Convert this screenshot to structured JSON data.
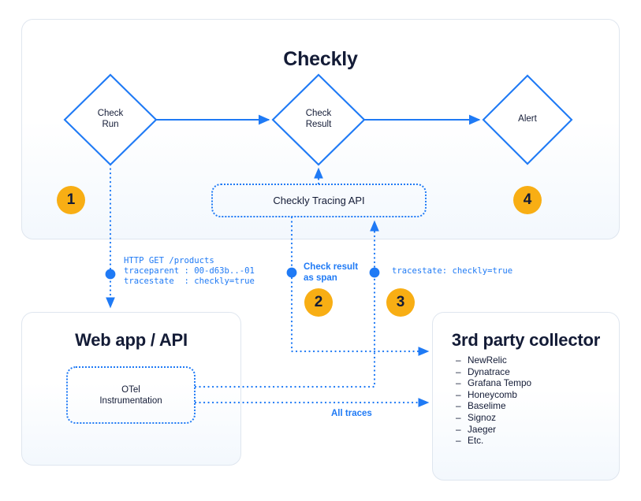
{
  "checkly": {
    "title": "Checkly",
    "nodes": [
      {
        "id": "check-run",
        "label": "Check\nRun"
      },
      {
        "id": "check-result",
        "label": "Check\nResult"
      },
      {
        "id": "alert",
        "label": "Alert"
      }
    ],
    "tracing_api": {
      "label": "Checkly Tracing API"
    }
  },
  "webapp": {
    "title": "Web app / API",
    "otel": {
      "label": "OTel\nInstrumentation"
    }
  },
  "collector": {
    "title": "3rd party collector",
    "items": [
      "NewRelic",
      "Dynatrace",
      "Grafana Tempo",
      "Honeycomb",
      "Baselime",
      "Signoz",
      "Jaeger",
      "Etc."
    ],
    "bullet": "–"
  },
  "badges": {
    "one": "1",
    "two": "2",
    "three": "3",
    "four": "4"
  },
  "annotations": {
    "http_request": "HTTP GET /products\ntraceparent : 00-d63b..-01\ntracestate  : checkly=true",
    "check_result_as_span": "Check result\nas span",
    "tracestate": "tracestate: checkly=true",
    "all_traces": "All traces"
  },
  "colors": {
    "accent_blue": "#1f7af5",
    "badge_orange": "#f8ae14",
    "text_dark": "#131b36",
    "panel_border": "#dfe6ef"
  }
}
